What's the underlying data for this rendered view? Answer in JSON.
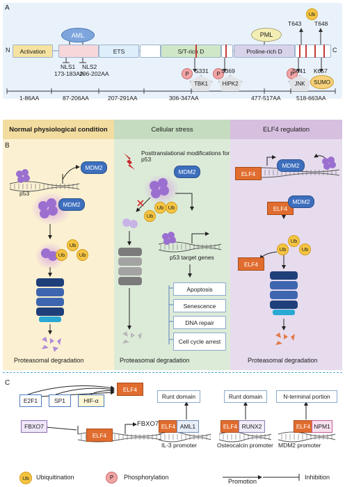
{
  "panel_letters": {
    "a": "A",
    "b": "B",
    "c": "C"
  },
  "panelA": {
    "n_term": "N",
    "c_term": "C",
    "aml": "AML",
    "pml": "PML",
    "domains": {
      "activation": "Activation",
      "ets": "ETS",
      "st": "S/T-rich D",
      "proline": "Proline-rich D"
    },
    "nls1": "NLS1",
    "nls1_range": "173-183AA",
    "nls2": "NLS2",
    "nls2_range": "196-202AA",
    "sites": {
      "s331": "S331",
      "s369": "S369",
      "s641": "S641",
      "k657": "K657",
      "t643": "T643",
      "t648": "T648"
    },
    "kinases": {
      "tbk1": "TBK1",
      "hipk2": "HIPK2",
      "jnk": "JNK"
    },
    "sumo": "SUMO",
    "ub": "Ub",
    "p": "P",
    "ranges": [
      "1-86AA",
      "87-206AA",
      "207-291AA",
      "306-347AA",
      "477-517AA",
      "518-663AA"
    ]
  },
  "panelB": {
    "normal": {
      "header": "Normal physiological condition",
      "p53": "p53",
      "mdm2": "MDM2",
      "ub": "Ub",
      "degradation": "Proteasomal degradation"
    },
    "stress": {
      "header": "Cellular stress",
      "ptm": "Posttranslational modifications for p53",
      "mdm2": "MDM2",
      "ub": "Ub",
      "target_genes": "p53 target genes",
      "outcomes": [
        "Apoptosis",
        "Senescence",
        "DNA repair",
        "Cell cycle arrest"
      ],
      "degradation": "Proteasomal degradation"
    },
    "elf4": {
      "header": "ELF4 regulation",
      "elf4": "ELF4",
      "mdm2": "MDM2",
      "ub": "Ub",
      "degradation": "Proteasomal degradation"
    }
  },
  "panelC": {
    "tfs": [
      "E2F1",
      "SP1",
      "HIF-α"
    ],
    "elf4": "ELF4",
    "fbxo7": "FBXO7",
    "fbxo7_gene": "FBXO7",
    "complexes": [
      {
        "domain": "Runt domain",
        "partner": "AML1",
        "promoter": "IL-3 promoter"
      },
      {
        "domain": "Runt domain",
        "partner": "RUNX2",
        "promoter": "Osteocalcin promoter"
      },
      {
        "domain": "N-terminal portion",
        "partner": "NPM1",
        "promoter": "MDM2 promoter"
      }
    ],
    "legend": {
      "ub": "Ub",
      "ubiquitination": "Ubiquitination",
      "p": "P",
      "phosphorylation": "Phosphorylation",
      "promotion": "Promotion",
      "inhibition": "Inhibition"
    }
  }
}
